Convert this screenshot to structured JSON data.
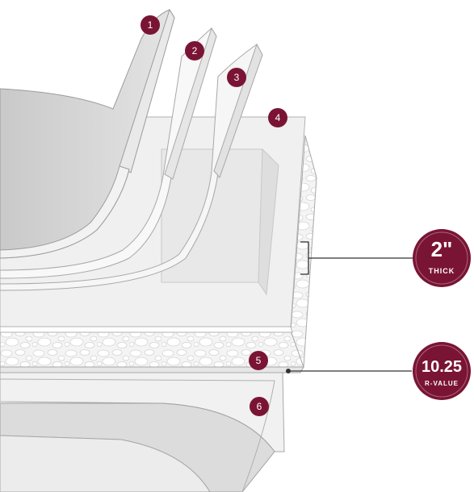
{
  "layers": [
    {
      "number": "1"
    },
    {
      "number": "2"
    },
    {
      "number": "3"
    },
    {
      "number": "4"
    },
    {
      "number": "5"
    },
    {
      "number": "6"
    }
  ],
  "thickness_badge": {
    "value": "2\"",
    "caption": "THICK"
  },
  "rvalue_badge": {
    "value": "10.25",
    "caption": "R-VALUE"
  },
  "colors": {
    "accent": "#7a1434",
    "layer_gray": "#d6d6d6",
    "layer_light": "#ececec",
    "line": "#9a9a9a"
  }
}
